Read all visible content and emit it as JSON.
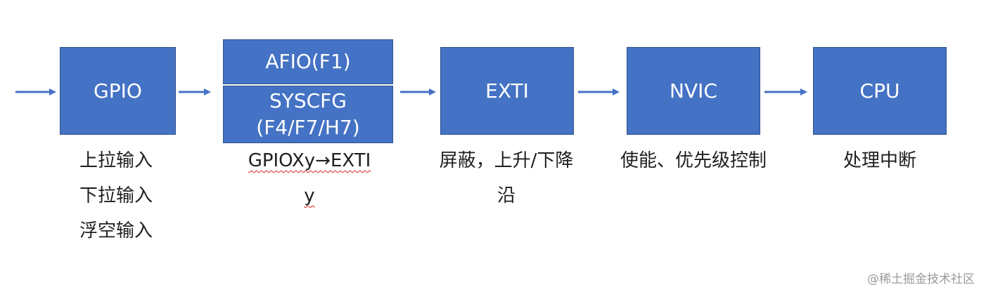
{
  "colors": {
    "box_fill": "#4472c4",
    "box_border": "#2f528f",
    "arrow": "#4472c4",
    "text": "#1f1f1f",
    "spellcheck_underline": "#e02020",
    "watermark": "#9a9a9a"
  },
  "boxes": {
    "gpio": "GPIO",
    "afio": "AFIO(F1)",
    "syscfg_line1": "SYSCFG",
    "syscfg_line2": "(F4/F7/H7)",
    "exti": "EXTI",
    "nvic": "NVIC",
    "cpu": "CPU"
  },
  "captions": {
    "gpio": [
      "上拉输入",
      "下拉输入",
      "浮空输入"
    ],
    "afio_line1": "GPIOXy→EXTI",
    "afio_line2": "y",
    "exti_line1": "屏蔽，上升/下降",
    "exti_line2": "沿",
    "nvic": "使能、优先级控制",
    "cpu": "处理中断"
  },
  "arrow_count": 5,
  "watermark": "@稀土掘金技术社区"
}
